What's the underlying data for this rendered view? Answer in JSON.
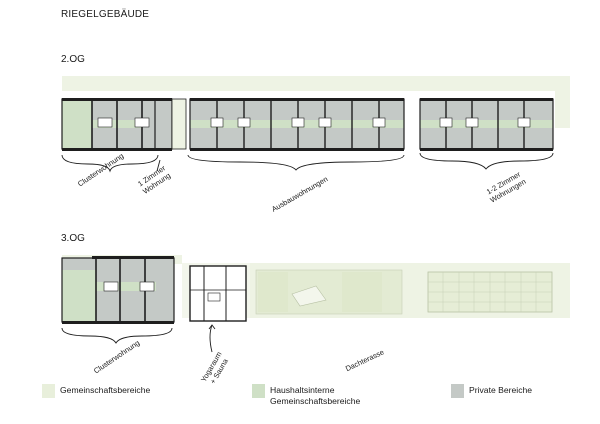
{
  "title": "RIEGELGEBÄUDE",
  "floors": {
    "og2": {
      "label": "2.OG",
      "annotations": {
        "cluster": "Clusterwohnung",
        "one_room_line1": "1 Zimmer",
        "one_room_line2": "Wohnung",
        "ausbau": "Ausbauwohnungen",
        "one_two_room_line1": "1-2 Zimmer",
        "one_two_room_line2": "Wohnungen"
      }
    },
    "og3": {
      "label": "3.OG",
      "annotations": {
        "cluster": "Clusterwohnung",
        "yoga_line1": "Yogaraum",
        "yoga_line2": "+ Sauna",
        "terrace": "Dachterasse"
      }
    }
  },
  "legend": [
    {
      "label": "Gemeinschaftsbereiche",
      "color": "#e8efdb"
    },
    {
      "label": "Haushaltsinterne Gemeinschaftsbereiche",
      "label_line1": "Haushaltsinterne",
      "label_line2": "Gemeinschaftsbereiche",
      "color": "#cfe0c6"
    },
    {
      "label": "Private Bereiche",
      "color": "#c4c9c6"
    }
  ],
  "colors": {
    "common": "#e8efdb",
    "internal_common": "#cfe0c6",
    "private": "#c4c9c6",
    "wall": "#1e1e1e"
  }
}
